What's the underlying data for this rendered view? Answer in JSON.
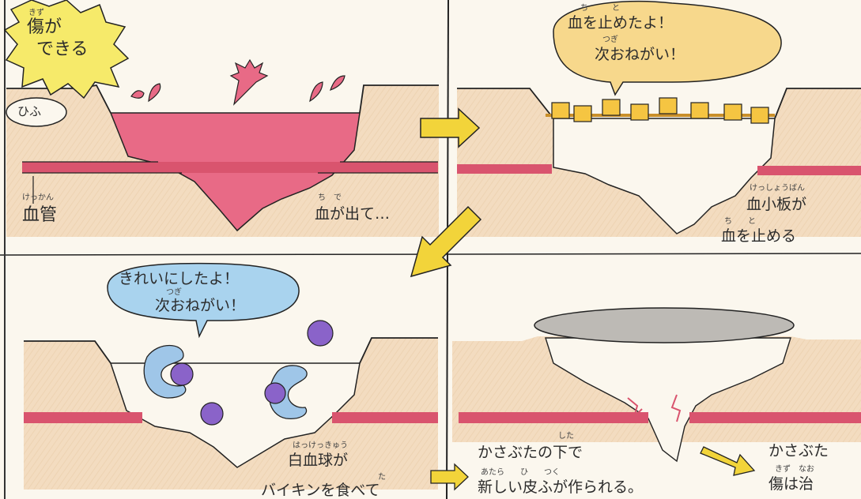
{
  "panels": {
    "p1": {
      "burst_ruby": "きず",
      "burst_line1": "傷が",
      "burst_line2": "できる",
      "skin_label": "ひふ",
      "vessel_ruby": "けっかん",
      "vessel_label": "血管",
      "blood_ruby": "ち　で",
      "blood_text": "血が出て…"
    },
    "p2": {
      "bubble_ruby1": "ち　　　と",
      "bubble_line1": "血を止めたよ！",
      "bubble_ruby2": "つぎ",
      "bubble_line2": "次おねがい！",
      "platelet_ruby": "けっしょうばん",
      "platelet_line1": "血小板が",
      "platelet_ruby2": "ち　　と",
      "platelet_line2": "血を止める"
    },
    "p3": {
      "bubble_line1": "きれいにしたよ！",
      "bubble_ruby2": "つぎ",
      "bubble_line2": "次おねがい！",
      "wbc_ruby": "はっけっきゅう",
      "wbc_line1": "白血球が",
      "wbc_ruby2": "た",
      "wbc_line2": "バイキンを食べて"
    },
    "p4": {
      "scab_ruby": "した",
      "scab_line1": "かさぶたの下で",
      "scab_ruby2": "あたら　　ひ　　つく",
      "scab_line2": "新しい皮ふが作られる。",
      "end_line1": "かさぶた",
      "end_ruby": "きず　なお",
      "end_line2": "傷は治"
    }
  },
  "colors": {
    "skin": "#f3dcc0",
    "blood": "#e86a86",
    "vessel": "#d9546e",
    "platelet": "#f5c542",
    "bubble_yellow": "#f7d88c",
    "bubble_blue": "#a9d3ee",
    "cell_blue": "#9fc6e8",
    "germ_purple": "#8a63c9",
    "scab_gray": "#bdbab5",
    "arrow": "#f2d43a"
  }
}
